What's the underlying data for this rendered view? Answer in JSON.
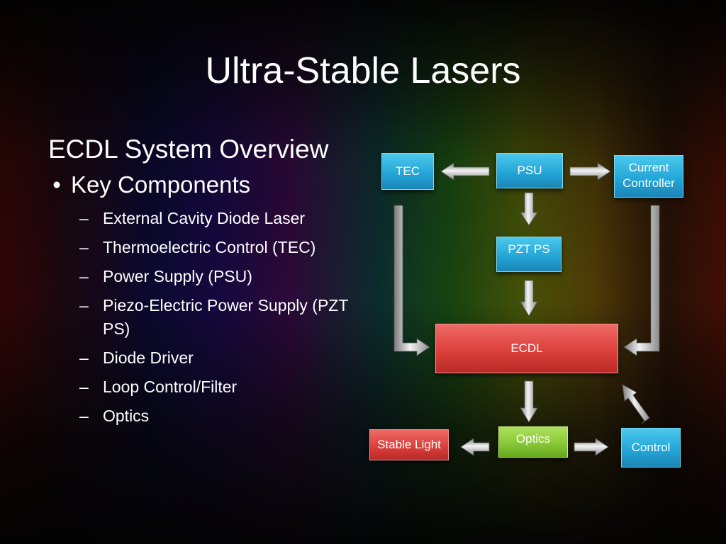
{
  "slide": {
    "title": "Ultra-Stable Lasers",
    "section_heading": "ECDL System Overview",
    "bullet": "Key Components",
    "bullet_marker": "•",
    "sub_marker": "–",
    "sub_items": [
      "External Cavity Diode Laser",
      "Thermoelectric Control (TEC)",
      "Power Supply (PSU)",
      "Piezo-Electric Power Supply (PZT PS)",
      "Diode Driver",
      "Loop Control/Filter",
      "Optics"
    ]
  },
  "diagram": {
    "nodes": {
      "tec": "TEC",
      "psu": "PSU",
      "current_controller_line1": "Current",
      "current_controller_line2": "Controller",
      "pzt_ps": "PZT PS",
      "ecdl": "ECDL",
      "stable_light": "Stable Light",
      "optics": "Optics",
      "control": "Control"
    },
    "colors": {
      "blue_box": "#24a6d8",
      "red_box": "#dc403c",
      "green_box": "#88c838",
      "arrow": "#cfcfcf"
    }
  }
}
